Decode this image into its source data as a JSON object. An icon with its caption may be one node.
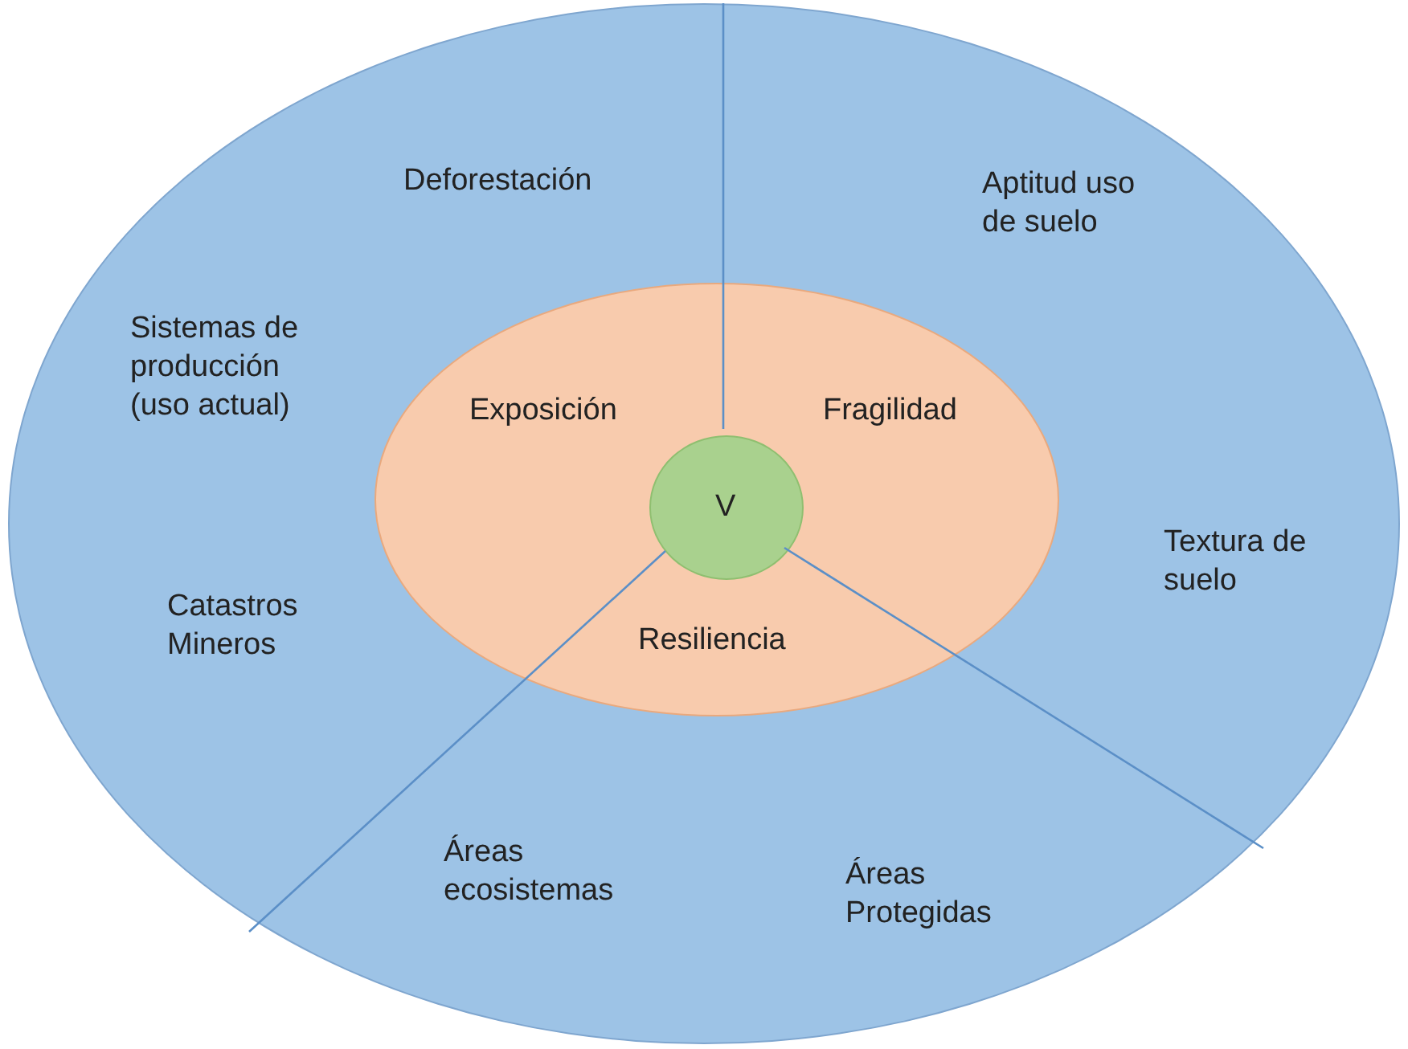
{
  "diagram": {
    "nodes": [
      {
        "text": [
          "Deforestación",
          "Aptitud uso de suelo",
          "Sistemas de producción (uso actual)",
          "Textura de suelo",
          "Catastros Mineros",
          "Áreas ecosistemas",
          "Áreas Protegidas"
        ]
      },
      {
        "text": [
          "Exposición",
          "Fragilidad",
          "Resiliencia"
        ],
        "in": 0
      },
      {
        "text": [
          "V"
        ],
        "in": 1
      }
    ]
  }
}
